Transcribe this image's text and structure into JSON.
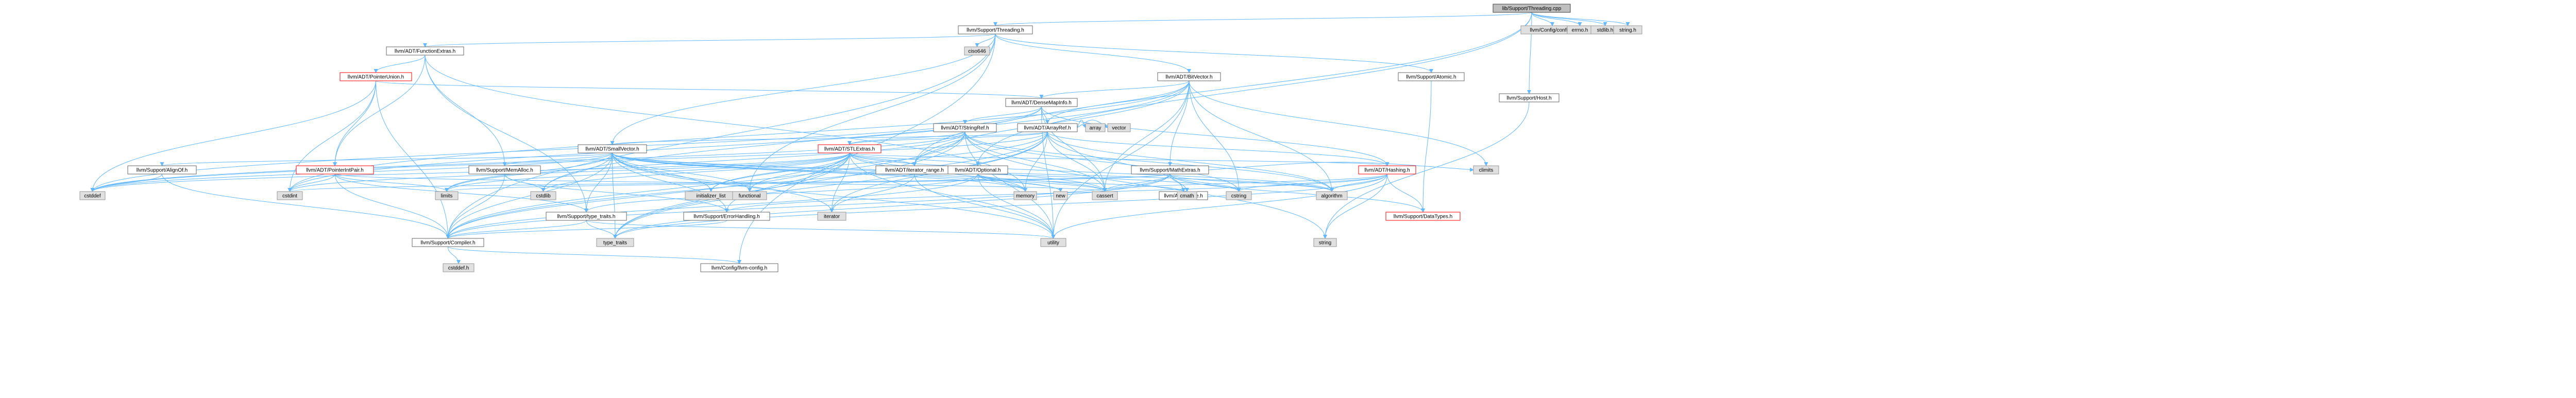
{
  "nodes": {
    "root": "lib/Support/Threading.cpp",
    "threading_h": "llvm/Support/Threading.h",
    "config_h": "llvm/Config/config.h",
    "errno_h": "errno.h",
    "stdlib_h": "stdlib.h",
    "string_h": "string.h",
    "function_extras_h": "llvm/ADT/FunctionExtras.h",
    "ciso646": "ciso646",
    "bitvector_h": "llvm/ADT/BitVector.h",
    "atomic_h": "llvm/Support/Atomic.h",
    "host_h": "llvm/Support/Host.h",
    "pointer_union_h": "llvm/ADT/PointerUnion.h",
    "densemapinfo_h": "llvm/ADT/DenseMapInfo.h",
    "stringref_h": "llvm/ADT/StringRef.h",
    "arrayref_h": "llvm/ADT/ArrayRef.h",
    "smallvector_h": "llvm/ADT/SmallVector.h",
    "stlextras_h": "llvm/ADT/STLExtras.h",
    "alignof_h": "llvm/Support/AlignOf.h",
    "pointerintpair_h": "llvm/ADT/PointerIntPair.h",
    "memalloc_h": "llvm/Support/MemAlloc.h",
    "iterator_range_h": "llvm/ADT/iterator_range.h",
    "optional_h": "llvm/ADT/Optional.h",
    "mathextras_h": "llvm/Support/MathExtras.h",
    "hashing_h": "llvm/ADT/Hashing.h",
    "type_traits_h": "llvm/Support/type_traits.h",
    "errorhandling_h": "llvm/Support/ErrorHandling.h",
    "none_h": "llvm/ADT/None.h",
    "datatypes_h": "llvm/Support/DataTypes.h",
    "compiler_h": "llvm/Support/Compiler.h",
    "llvm_config_h": "llvm/Config/llvm-config.h",
    "cstddef_h": "cstddef.h",
    "array": "array",
    "vector": "vector",
    "initializer_list": "initializer_list",
    "functional": "functional",
    "memory": "memory",
    "new": "new",
    "iterator": "iterator",
    "cstdlib": "cstdlib",
    "cstddef": "cstddef",
    "cstdint": "cstdint",
    "limits": "limits",
    "cassert": "cassert",
    "cstring": "cstring",
    "cmath": "cmath",
    "algorithm": "algorithm",
    "climits": "climits",
    "type_traits": "type_traits",
    "utility": "utility",
    "string": "string"
  }
}
